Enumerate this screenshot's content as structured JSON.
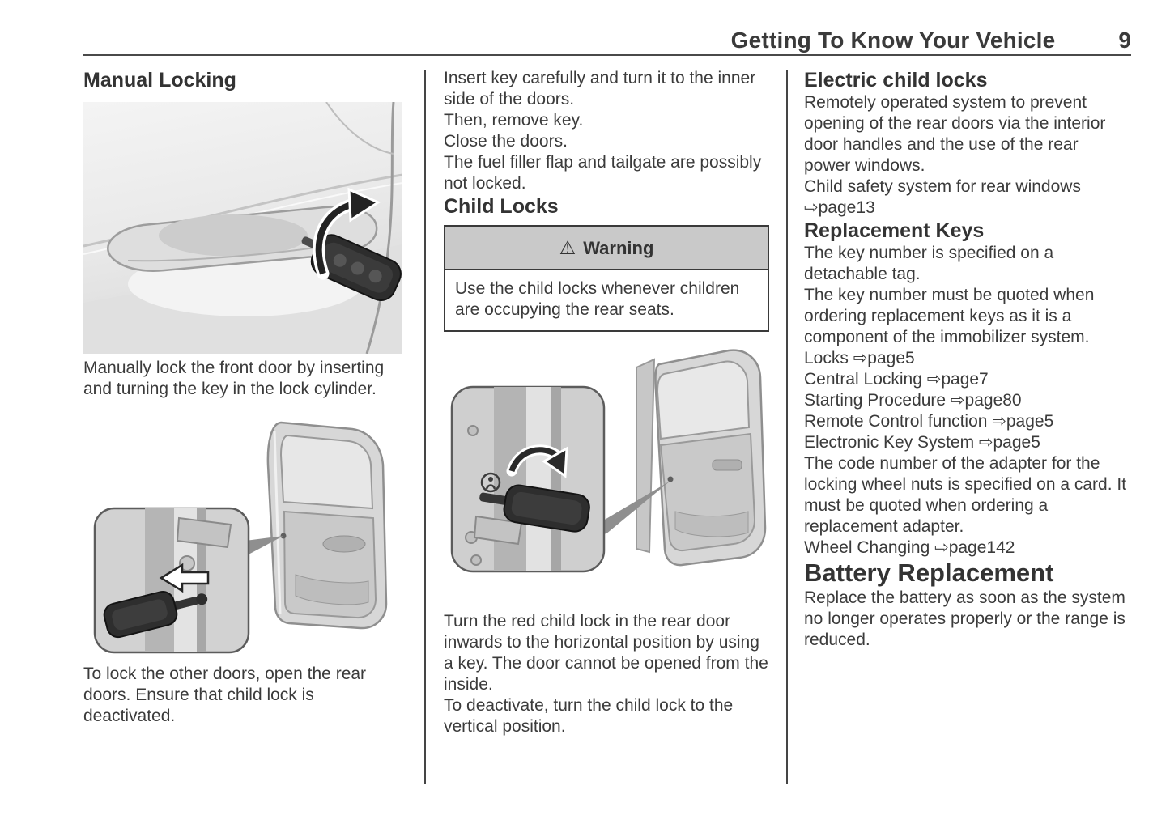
{
  "header": {
    "title": "Getting To Know Your Vehicle",
    "page_number": "9"
  },
  "column1": {
    "heading": "Manual Locking",
    "para_lock_front": "Manually lock the front door by inserting and turning the key in the lock cylinder.",
    "para_lock_other": "To lock the other doors, open the rear doors. Ensure that child lock is deactivated."
  },
  "column2": {
    "insert_lines": [
      "Insert key carefully and turn it to the inner side of the doors.",
      "Then, remove key.",
      "Close the doors.",
      "The fuel filler flap and tailgate are possibly not locked."
    ],
    "heading": "Child Locks",
    "warning": {
      "icon_glyph": "⚠",
      "title": "Warning",
      "body": "Use the child locks whenever children are occupying the rear seats."
    },
    "child_lock_lines": [
      "Turn the red child lock in the rear door inwards to the horizontal position by using a key. The door cannot be opened from the inside.",
      "To deactivate, turn the child lock to the vertical position."
    ]
  },
  "column3": {
    "heading_electric": "Electric child locks",
    "electric_lines": [
      "Remotely operated system to prevent opening of the rear doors via the interior door handles and the use of the rear power windows.",
      "Child safety system for rear windows ⇨page13"
    ],
    "heading_keys": "Replacement Keys",
    "keys_lines": [
      "The key number is specified on a detachable tag.",
      "The key number must be quoted when ordering replacement keys as it is a component of the immobilizer system.",
      "Locks ⇨page5",
      "Central Locking ⇨page7",
      "Starting Procedure ⇨page80",
      "Remote Control function ⇨page5",
      "Electronic Key System ⇨page5",
      "The code number of the adapter for the locking wheel nuts is specified on a card. It must be quoted when ordering a replacement adapter.",
      "Wheel Changing ⇨page142"
    ],
    "heading_battery": "Battery Replacement",
    "battery_text": "Replace the battery as soon as the system no longer operates properly or the range is reduced."
  },
  "colors": {
    "text": "#3b3b3b",
    "rule": "#4a4a4a",
    "warning_header_bg": "#c9c9c9"
  }
}
